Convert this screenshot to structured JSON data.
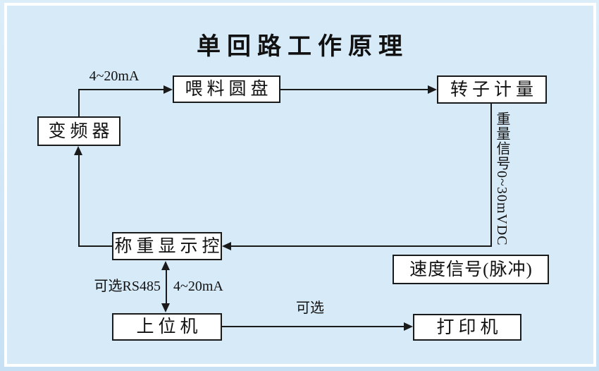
{
  "title": "单回路工作原理",
  "nodes": {
    "feed_disc": "喂料圆盘",
    "rotor_meter": "转子计量",
    "inverter": "变频器",
    "weigh_display": "称重显示控",
    "speed_signal": "速度信号(脉冲)",
    "host_computer": "上位机",
    "printer": "打印机"
  },
  "labels": {
    "inverter_to_feed": "4~20mA",
    "weight_signal": "重量信号0~30mVDC",
    "serial_option": "可选RS485",
    "weigh_to_host": "4~20mA",
    "printer_option": "可选"
  },
  "colors": {
    "page_background_top": "#dcedfa",
    "page_background_bottom": "#c7e0f3",
    "panel_background": "#d7eaf7",
    "panel_border": "#ffffff",
    "node_fill": "#ffffff",
    "line": "#1a1a1a",
    "text": "#111111"
  }
}
